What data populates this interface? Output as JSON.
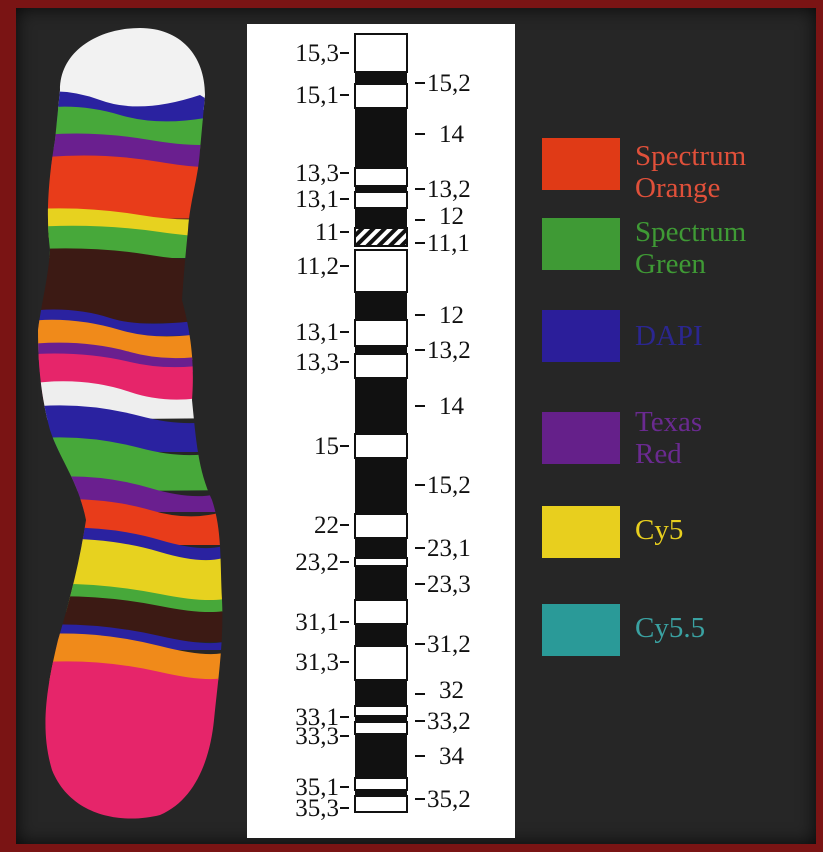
{
  "chromosome": {
    "name": "",
    "colors": [
      "#f0f0f0",
      "#2a22a0",
      "#47a83a",
      "#e83c1a",
      "#e7d21f",
      "#3c1a14",
      "#e6256a",
      "#f08a1a",
      "#6a1f8f",
      "#2aa7a0"
    ]
  },
  "ideogram": {
    "left_labels": [
      "15,3",
      "15,1",
      "13,3",
      "13,1",
      "11",
      "11,2",
      "13,1",
      "13,3",
      "15",
      "22",
      "23,2",
      "31,1",
      "31,3",
      "33,1",
      "33,3",
      "35,1",
      "35,3"
    ],
    "right_labels": [
      "15,2",
      "14",
      "13,2",
      "12",
      "11,1",
      "12",
      "13,2",
      "14",
      "15,2",
      "23,1",
      "23,3",
      "31,2",
      "32",
      "33,2",
      "34",
      "35,2"
    ]
  },
  "legend": {
    "items": [
      {
        "label_line1": "Spectrum",
        "label_line2": "Orange",
        "color": "#e03a16",
        "text_color": "#e0503a"
      },
      {
        "label_line1": "Spectrum",
        "label_line2": "Green",
        "color": "#3f9a35",
        "text_color": "#3f9a35"
      },
      {
        "label_line1": "DAPI",
        "label_line2": "",
        "color": "#2b1e9a",
        "text_color": "#2b2690"
      },
      {
        "label_line1": "Texas",
        "label_line2": "Red",
        "color": "#65208a",
        "text_color": "#6a2a90"
      },
      {
        "label_line1": "Cy5",
        "label_line2": "",
        "color": "#e8cf1e",
        "text_color": "#e8cf1e"
      },
      {
        "label_line1": "Cy5.5",
        "label_line2": "",
        "color": "#2a9a98",
        "text_color": "#3aa2a2"
      }
    ]
  }
}
